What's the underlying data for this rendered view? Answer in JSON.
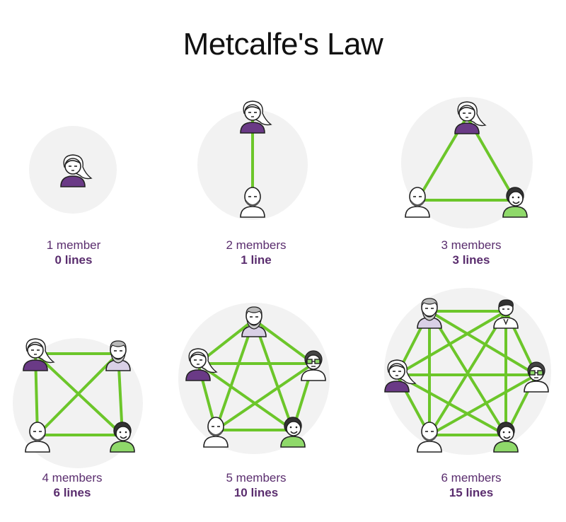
{
  "title": "Metcalfe's Law",
  "colors": {
    "line": "#6cc62a",
    "circle": "#f2f2f2",
    "purple": "#6a3a86",
    "lavender": "#d9d0e6",
    "green_shirt": "#8fd96a",
    "outline": "#222222",
    "caption": "#5a2d6e"
  },
  "groups": [
    {
      "members": 1,
      "lines": 0,
      "count_label": "1 member",
      "lines_label": "0 lines",
      "avatars": [
        "woman"
      ]
    },
    {
      "members": 2,
      "lines": 1,
      "count_label": "2 members",
      "lines_label": "1 line",
      "avatars": [
        "woman",
        "bald-man"
      ]
    },
    {
      "members": 3,
      "lines": 3,
      "count_label": "3 members",
      "lines_label": "3 lines",
      "avatars": [
        "woman",
        "bald-man",
        "smiling-man"
      ]
    },
    {
      "members": 4,
      "lines": 6,
      "count_label": "4 members",
      "lines_label": "6 lines",
      "avatars": [
        "woman",
        "old-man",
        "bald-man",
        "smiling-man"
      ]
    },
    {
      "members": 5,
      "lines": 10,
      "count_label": "5 members",
      "lines_label": "10 lines",
      "avatars": [
        "old-man",
        "woman",
        "glasses-man",
        "bald-man",
        "smiling-man"
      ]
    },
    {
      "members": 6,
      "lines": 15,
      "count_label": "6 members",
      "lines_label": "15 lines",
      "avatars": [
        "old-man",
        "suit-man",
        "woman",
        "glasses-man",
        "bald-man",
        "smiling-man"
      ]
    }
  ]
}
